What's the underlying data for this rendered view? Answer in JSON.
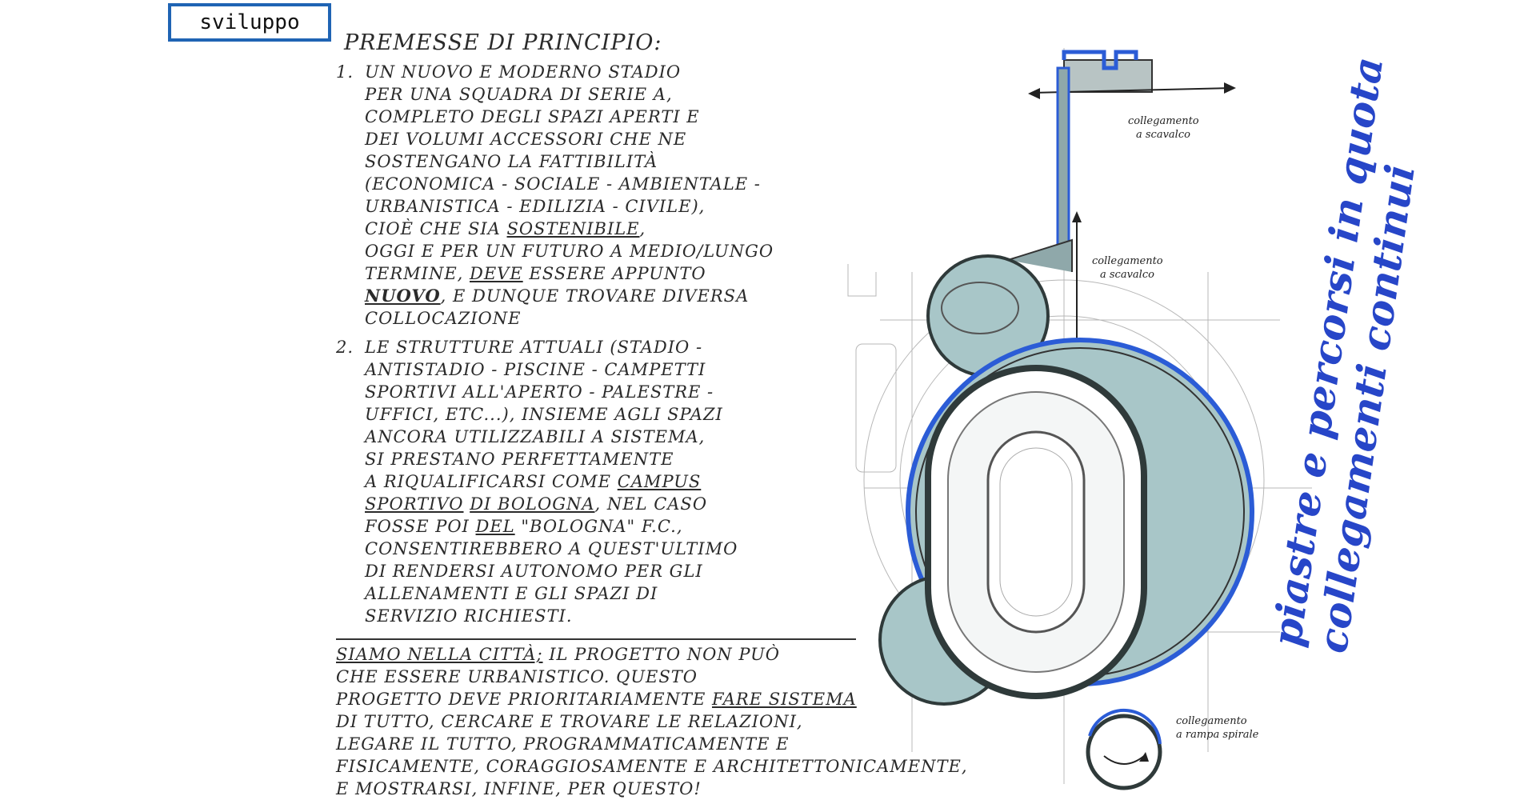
{
  "tag": "sviluppo",
  "notes": {
    "heading": "Premesse di Principio:",
    "item1_num": "1.",
    "item1_lines": [
      "un nuovo e moderno stadio",
      "per una squadra di serie A,",
      "completo degli spazi aperti e",
      "dei volumi accessori che ne",
      "sostengano la fattibilità",
      "(economica - sociale - ambientale -",
      "urbanistica - edilizia - civile),",
      "cioè che sia",
      "oggi e per un futuro a medio/lungo",
      "termine,",
      "e dunque trovare diversa",
      "collocazione"
    ],
    "item1_sostenibile": "sostenibile",
    "item1_deve": "deve",
    "item1_essere_appunto": "essere appunto",
    "item1_nuovo": "nuovo",
    "item2_num": "2.",
    "item2_lines": [
      "le strutture attuali (stadio -",
      "antistadio - piscine - campetti",
      "sportivi all'aperto - palestre -",
      "uffici, etc...), insieme agli spazi",
      "ancora utilizzabili a sistema,",
      "si prestano perfettamente",
      "a riqualificarsi come",
      "nel caso",
      "fosse poi",
      "consentirebbero a quest'ultimo",
      "di rendersi autonomo per gli",
      "allenamenti e gli spazi di",
      "servizio richiesti."
    ],
    "item2_campus": "campus",
    "item2_sportivo": "sportivo",
    "item2_di_bologna": "di Bologna",
    "item2_del": "del",
    "item2_bologna_fc": "\"Bologna\" F.C.,",
    "closing_lines": [
      "il progetto non può",
      "che essere urbanistico. Questo",
      "progetto deve prioritariamente",
      "di tutto, cercare e trovare le relazioni,",
      "legare il tutto, programmaticamente e",
      "fisicamente, coraggiosamente e architettonicamente,",
      "e mostrarsi, infine, per questo!"
    ],
    "closing_siamo": "Siamo nella città;",
    "closing_fare_sistema": "fare sistema"
  },
  "sketch": {
    "annotation_top": [
      "collegamento",
      "a scavalco"
    ],
    "annotation_mid": [
      "collegamento",
      "a scavalco"
    ],
    "annotation_bottom": [
      "collegamento",
      "a rampa spirale"
    ],
    "blue_note": [
      "piastre e percorsi in quota",
      "collegamenti continui"
    ],
    "colors": {
      "blue": "#2b5cd6",
      "teal_fill": "#a8c6c8",
      "pencil": "#555555"
    }
  }
}
